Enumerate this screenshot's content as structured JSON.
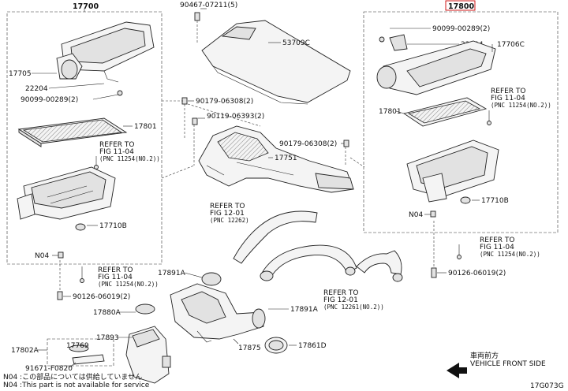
{
  "parts": {
    "p17700": "17700",
    "p17800": "17800",
    "p90467": "90467-07211(5)",
    "p53709C": "53709C",
    "p17705": "17705",
    "p22204_left": "22204",
    "p90099_left": "90099-00289(2)",
    "p90179_top": "90179-06308(2)",
    "p90119": "90119-06393(2)",
    "p17801_left": "17801",
    "p90179_mid": "90179-06308(2)",
    "p17751": "17751",
    "p17710B_left": "17710B",
    "n04_left": "N04",
    "p17891A_top": "17891A",
    "p90126_left": "90126-06019(2)",
    "p17880A": "17880A",
    "p17893": "17893",
    "p17891A_bot": "17891A",
    "p17875": "17875",
    "p17861D": "17861D",
    "p17802A": "17802A",
    "p17769": "17769",
    "p91671": "91671-F0820",
    "p90099_right": "90099-00289(2)",
    "p22204_right": "22204",
    "p17706C": "17706C",
    "p17801_right": "17801",
    "p17710B_right": "17710B",
    "n04_right": "N04",
    "p90126_right": "90126-06019(2)"
  },
  "refs": {
    "r1": {
      "l1": "REFER TO",
      "l2": "FIG 11-04",
      "l3": "(PNC 11254(NO.2))"
    },
    "r2": {
      "l1": "REFER TO",
      "l2": "FIG 12-01",
      "l3": "(PNC 12262)"
    },
    "r3": {
      "l1": "REFER TO",
      "l2": "FIG 11-04",
      "l3": "(PNC 11254(NO.2))"
    },
    "r4": {
      "l1": "REFER TO",
      "l2": "FIG 12-01",
      "l3": "(PNC 12261(NO.2))"
    },
    "r5": {
      "l1": "REFER TO",
      "l2": "FIG 11-04",
      "l3": "(PNC 11254(NO.2))"
    },
    "r6": {
      "l1": "REFER TO",
      "l2": "FIG 11-04",
      "l3": "(PNC 11254(NO.2))"
    }
  },
  "footer": {
    "note_jp": "N04 :この部品については供給していません",
    "note_en": "N04 :This part is not available for service",
    "front_jp": "車両前方",
    "front_en": "VEHICLE FRONT SIDE",
    "code": "17G073G"
  }
}
